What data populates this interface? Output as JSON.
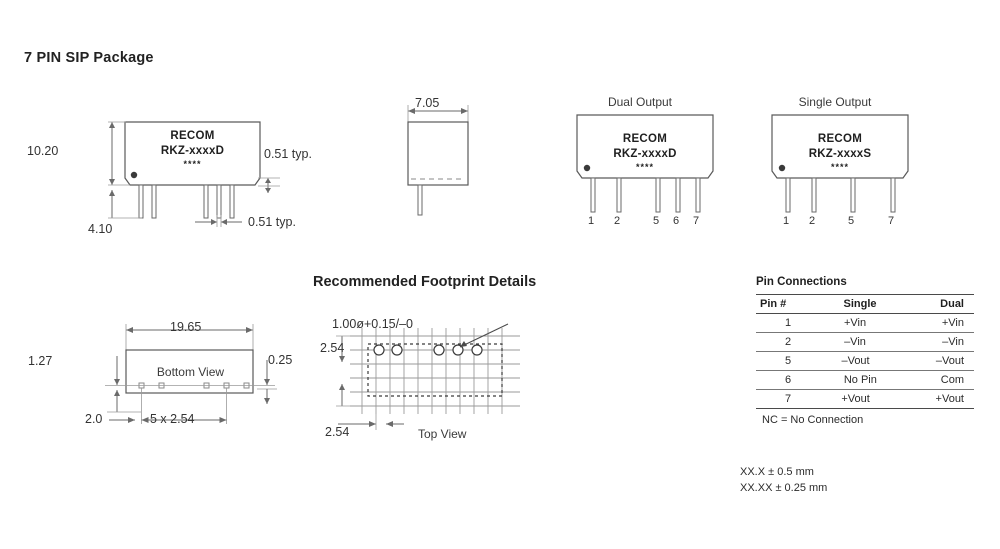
{
  "page": {
    "title": "7 PIN SIP  Package",
    "footprint_title": "Recommended Footprint Details"
  },
  "front_view": {
    "brand": "RECOM",
    "part": "RKZ-xxxxD",
    "stars": "****",
    "dim_height": "10.20",
    "dim_pin_length": "4.10",
    "dim_right": "0.51 typ.",
    "dim_pin_width": "0.51 typ."
  },
  "side_view": {
    "dim_width": "7.05"
  },
  "dual_view": {
    "caption": "Dual Output",
    "brand": "RECOM",
    "part": "RKZ-xxxxD",
    "stars": "****",
    "pins": [
      "1",
      "2",
      "5",
      "6",
      "7"
    ]
  },
  "single_view": {
    "caption": "Single Output",
    "brand": "RECOM",
    "part": "RKZ-xxxxS",
    "stars": "****",
    "pins": [
      "1",
      "2",
      "5",
      "7"
    ]
  },
  "bottom_view": {
    "caption": "Bottom View",
    "dim_width": "19.65",
    "dim_left": "1.27",
    "dim_right": "0.25",
    "dim_edge": "2.0",
    "dim_pitch": "5 x 2.54"
  },
  "top_view": {
    "caption": "Top View",
    "hole_note": "1.00ø+0.15/–0",
    "dim_vertical": "2.54",
    "dim_horizontal": "2.54"
  },
  "pin_table": {
    "title": "Pin Connections",
    "headers": [
      "Pin #",
      "Single",
      "Dual"
    ],
    "rows": [
      [
        "1",
        "+Vin",
        "+Vin"
      ],
      [
        "2",
        "–Vin",
        "–Vin"
      ],
      [
        "5",
        "–Vout",
        "–Vout"
      ],
      [
        "6",
        "No Pin",
        "Com"
      ],
      [
        "7",
        "+Vout",
        "+Vout"
      ]
    ],
    "note_nc": "NC = No Connection",
    "tolerance_1": "XX.X   ± 0.5 mm",
    "tolerance_2": "XX.XX ± 0.25 mm"
  },
  "colors": {
    "line": "#5a5a5a",
    "text": "#2b2b2b",
    "grid": "#9a9a9a"
  }
}
